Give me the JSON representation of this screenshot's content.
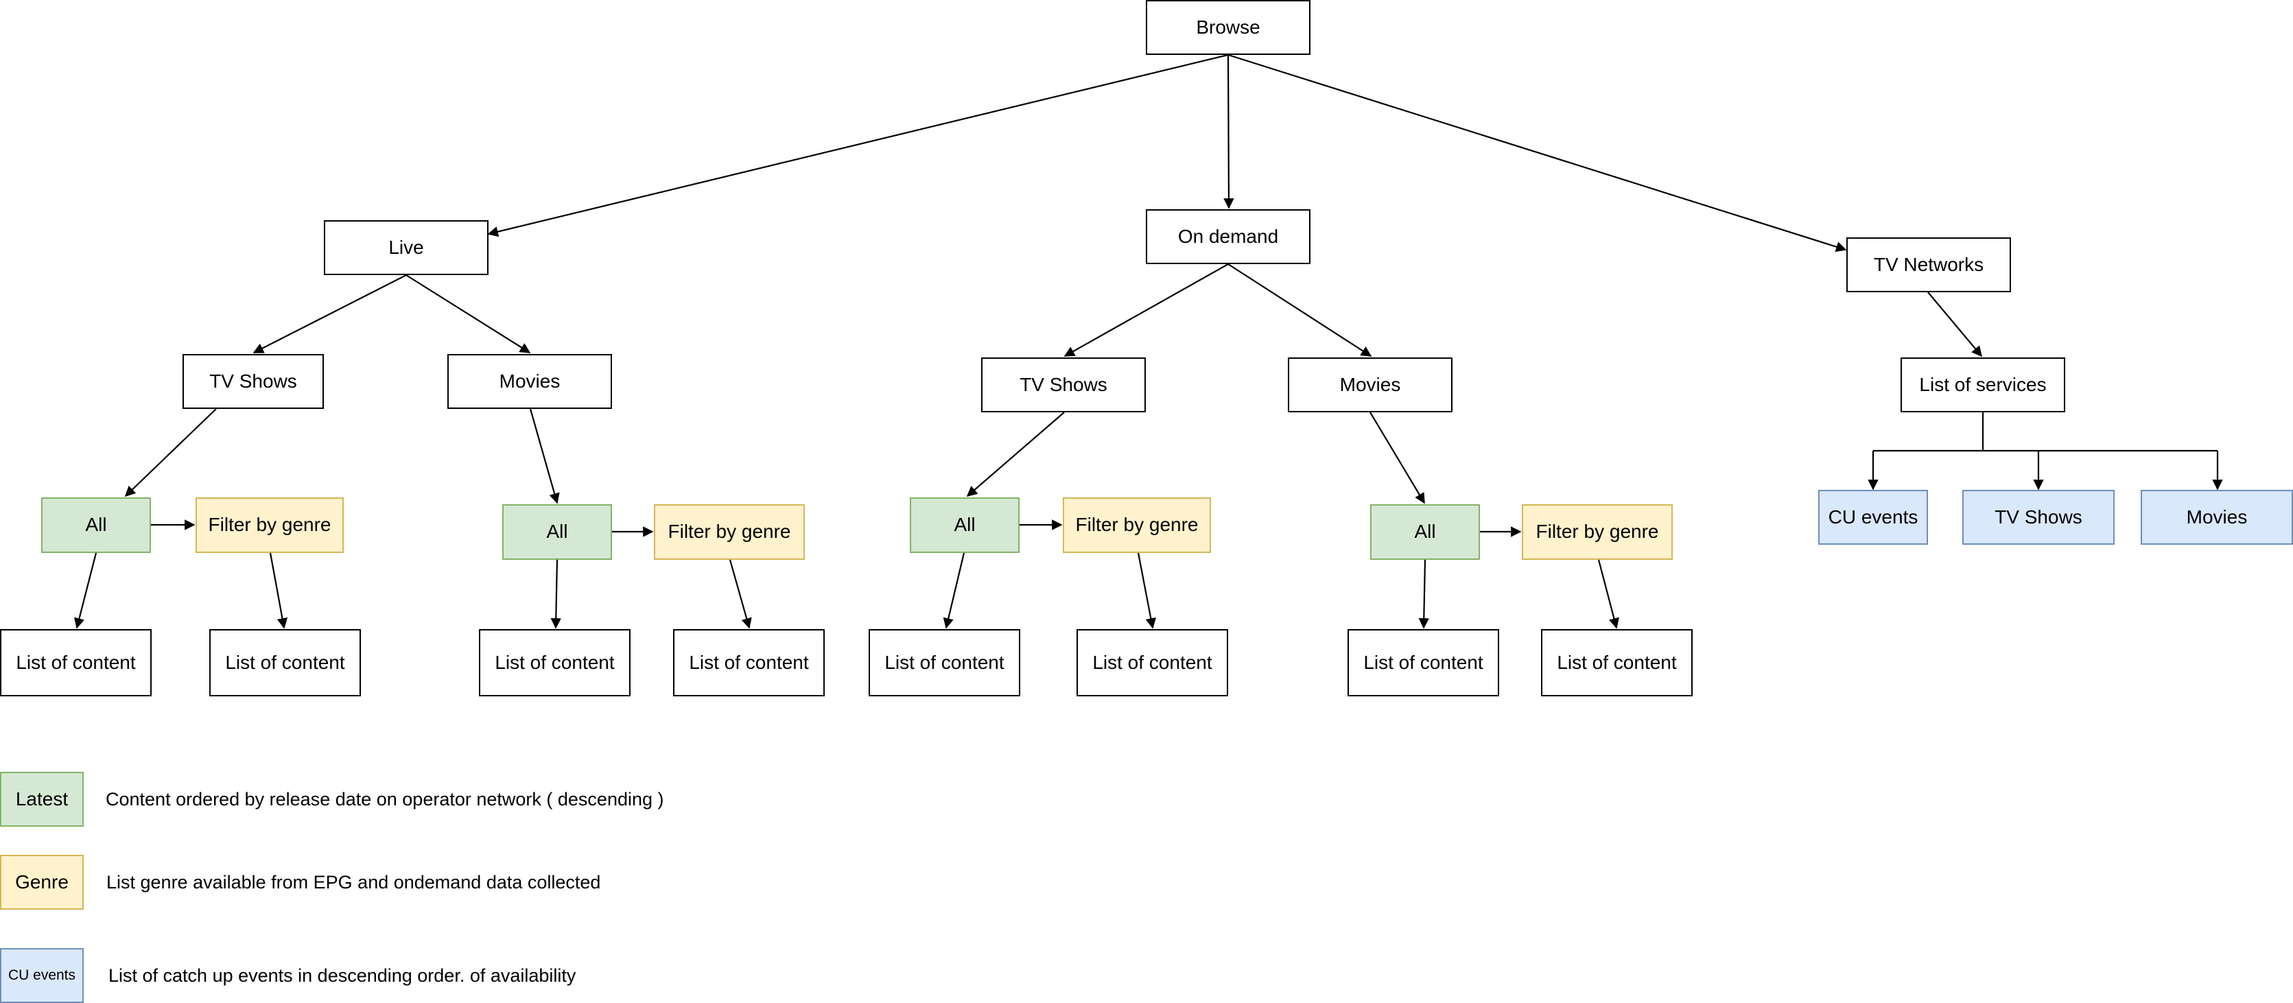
{
  "colors": {
    "plain_fill": "#ffffff",
    "plain_stroke": "#000000",
    "latest_fill": "#d5e8d4",
    "latest_stroke": "#82b366",
    "genre_fill": "#fff2cc",
    "genre_stroke": "#d6b656",
    "cu_fill": "#dae8fc",
    "cu_stroke": "#6c8ebf"
  },
  "nodes": {
    "browse": "Browse",
    "live": "Live",
    "on_demand": "On demand",
    "tv_networks": "TV Networks",
    "live_tv_shows": "TV Shows",
    "live_movies": "Movies",
    "od_tv_shows": "TV Shows",
    "od_movies": "Movies",
    "list_of_services": "List of services",
    "all_1": "All",
    "filter_1": "Filter by genre",
    "all_2": "All",
    "filter_2": "Filter by genre",
    "all_3": "All",
    "filter_3": "Filter by genre",
    "all_4": "All",
    "filter_4": "Filter by genre",
    "list_1": "List of content",
    "list_2": "List of content",
    "list_3": "List of content",
    "list_4": "List of content",
    "list_5": "List of content",
    "list_6": "List of content",
    "list_7": "List of content",
    "list_8": "List of content",
    "cu_events": "CU events",
    "networks_tv_shows": "TV Shows",
    "networks_movies": "Movies"
  },
  "legend": {
    "latest_label": "Latest",
    "latest_text": "Content ordered by release date on operator network ( descending )",
    "genre_label": "Genre",
    "genre_text": "List genre available from EPG and ondemand data collected",
    "cu_label": "CU events",
    "cu_text": "List of catch up events in descending order. of availability"
  }
}
